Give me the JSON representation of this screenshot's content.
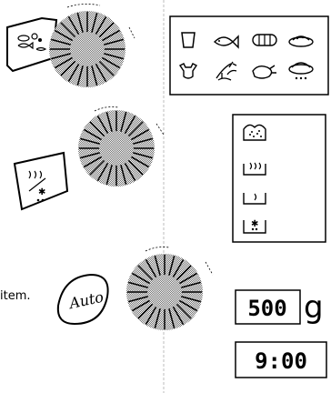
{
  "colors": {
    "line": "#000000",
    "dial_dot": "#8a8a8a",
    "divider": "#bdbdbd",
    "background": "#ffffff"
  },
  "manual": {
    "item_text": "item.",
    "auto_button_label": "Auto",
    "weight_display": {
      "value": "500",
      "unit": "g"
    },
    "time_display": {
      "value": "9:00"
    }
  },
  "food_category_icons": [
    "cup-icon",
    "fish-icon",
    "roll-icon",
    "dish-icon",
    "cow-icon",
    "vegetable-icon",
    "chicken-icon",
    "plated-dish-icon"
  ],
  "mode_icons": [
    "bread-icon",
    "steam-icon",
    "single-steam-icon",
    "defrost-icon"
  ],
  "dial_icons": [
    "food-selector-card-icon",
    "mode-selector-card-icon",
    "auto-selector-card-icon"
  ]
}
